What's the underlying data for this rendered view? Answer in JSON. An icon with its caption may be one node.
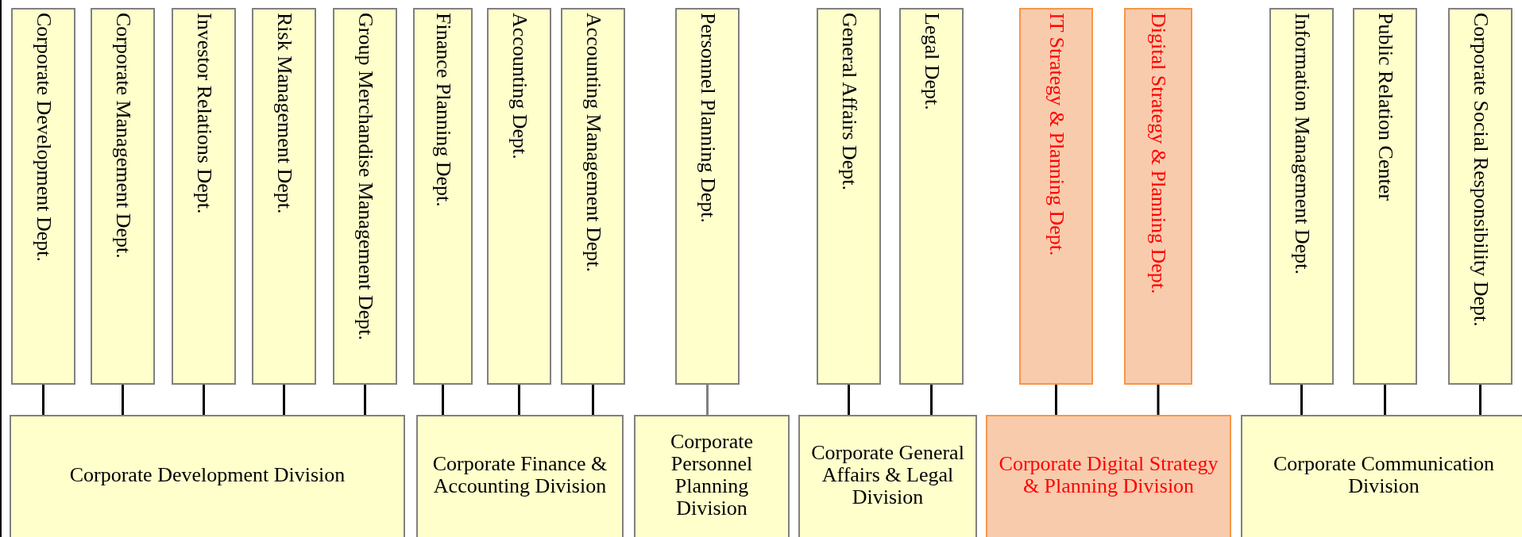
{
  "diagram": {
    "nodes": [
      {
        "text": [
          "Corporate Development Dept."
        ]
      },
      {
        "text": [
          "Corporate Management Dept."
        ]
      },
      {
        "text": [
          "Investor Relations Dept."
        ]
      },
      {
        "text": [
          "Risk Management Dept."
        ]
      },
      {
        "text": [
          "Group Merchandise Management Dept."
        ]
      },
      {
        "text": [
          "Finance Planning Dept."
        ]
      },
      {
        "text": [
          "Accounting Dept."
        ]
      },
      {
        "text": [
          "Accounting Management Dept."
        ]
      },
      {
        "text": [
          "Personnel Planning Dept."
        ]
      },
      {
        "text": [
          "General Affairs Dept."
        ]
      },
      {
        "text": [
          "Legal Dept."
        ]
      },
      {
        "text": [
          "IT Strategy & Planning Dept."
        ]
      },
      {
        "text": [
          "Digital Strategy & Planning Dept."
        ]
      },
      {
        "text": [
          "Information Management Dept."
        ]
      },
      {
        "text": [
          "Public Relation Center"
        ]
      },
      {
        "text": [
          "Corporate Social Responsibility Dept."
        ]
      },
      {
        "text": [
          "Corporate Development Division"
        ]
      },
      {
        "text": [
          "Corporate Finance & Accounting Division"
        ]
      },
      {
        "text": [
          "Corporate Personnel Planning Division"
        ]
      },
      {
        "text": [
          "Corporate General Affairs & Legal Division"
        ]
      },
      {
        "text": [
          "Corporate Digital Strategy & Planning Division"
        ]
      },
      {
        "text": [
          "Corporate Communication Division"
        ]
      }
    ],
    "edges": [
      {
        "from": 16,
        "to": 0,
        "arrow": "none"
      },
      {
        "from": 16,
        "to": 1,
        "arrow": "none"
      },
      {
        "from": 16,
        "to": 2,
        "arrow": "none"
      },
      {
        "from": 16,
        "to": 3,
        "arrow": "none"
      },
      {
        "from": 16,
        "to": 4,
        "arrow": "none"
      },
      {
        "from": 17,
        "to": 5,
        "arrow": "none"
      },
      {
        "from": 17,
        "to": 6,
        "arrow": "none"
      },
      {
        "from": 17,
        "to": 7,
        "arrow": "none"
      },
      {
        "from": 18,
        "to": 8,
        "arrow": "none",
        "color": "#808080"
      },
      {
        "from": 19,
        "to": 9,
        "arrow": "none"
      },
      {
        "from": 19,
        "to": 10,
        "arrow": "none"
      },
      {
        "from": 20,
        "to": 11,
        "arrow": "none"
      },
      {
        "from": 20,
        "to": 12,
        "arrow": "none"
      },
      {
        "from": 21,
        "to": 13,
        "arrow": "none"
      },
      {
        "from": 21,
        "to": 14,
        "arrow": "none"
      },
      {
        "from": 21,
        "to": 15,
        "arrow": "none"
      }
    ]
  }
}
